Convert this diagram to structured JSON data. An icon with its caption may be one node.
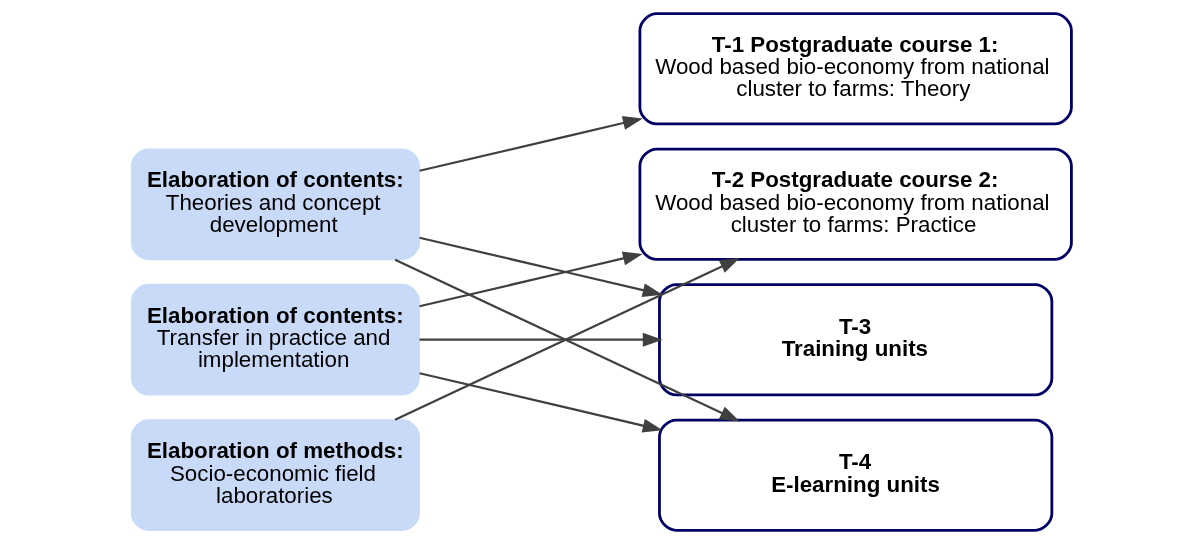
{
  "diagram": {
    "nodes": [
      {
        "text": [
          "Elaboration of contents:",
          "Theories and concept development"
        ]
      },
      {
        "text": [
          "Elaboration of contents:",
          "Transfer in practice and implementation"
        ]
      },
      {
        "text": [
          "Elaboration of methods:",
          "Socio-economic field laboratories"
        ]
      },
      {
        "text": [
          "T-1 Postgraduate course 1:",
          "Wood based bio-economy from national cluster to farms: Theory"
        ]
      },
      {
        "text": [
          "T-2 Postgraduate course 2:",
          "Wood based bio-economy from national cluster to farms: Practice"
        ]
      },
      {
        "text": [
          "T-3",
          "Training units"
        ]
      },
      {
        "text": [
          "T-4",
          "E-learning units"
        ]
      }
    ],
    "edges": [
      {
        "from": 0,
        "to": 3,
        "arrow": "to"
      },
      {
        "from": 0,
        "to": 5,
        "arrow": "to"
      },
      {
        "from": 0,
        "to": 6,
        "arrow": "to"
      },
      {
        "from": 1,
        "to": 4,
        "arrow": "to"
      },
      {
        "from": 1,
        "to": 5,
        "arrow": "to"
      },
      {
        "from": 1,
        "to": 6,
        "arrow": "to"
      },
      {
        "from": 2,
        "to": 4,
        "arrow": "to"
      }
    ]
  }
}
